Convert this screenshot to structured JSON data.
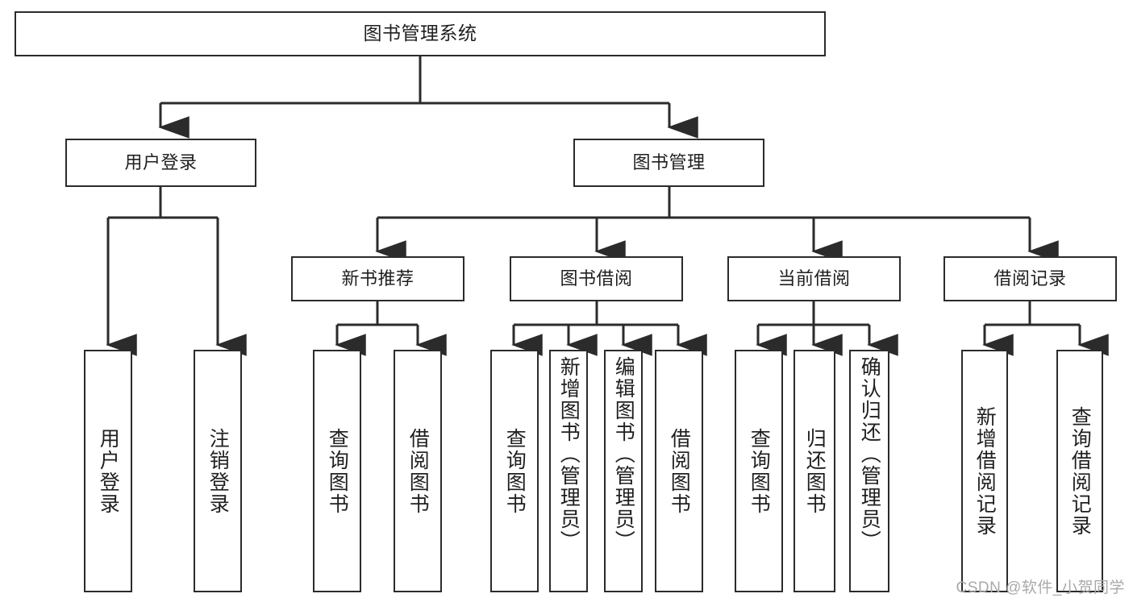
{
  "diagram": {
    "type": "tree",
    "title": "图书管理系统",
    "watermark": "CSDN @软件_小贺同学",
    "colors": {
      "stroke": "#2b2b2b",
      "fill": "#ffffff",
      "text": "#1f1f1f",
      "watermark": "#a9a9a9"
    },
    "root": {
      "label": "图书管理系统"
    },
    "level2": [
      {
        "id": "user-login",
        "label": "用户登录"
      },
      {
        "id": "book-management",
        "label": "图书管理"
      }
    ],
    "level3": [
      {
        "id": "new-book-recommend",
        "label": "新书推荐",
        "parent": "book-management"
      },
      {
        "id": "book-borrow",
        "label": "图书借阅",
        "parent": "book-management"
      },
      {
        "id": "current-borrow",
        "label": "当前借阅",
        "parent": "book-management"
      },
      {
        "id": "borrow-record",
        "label": "借阅记录",
        "parent": "book-management"
      }
    ],
    "leaves": [
      {
        "id": "leaf-user-login",
        "label": "用户登录",
        "parent": "user-login"
      },
      {
        "id": "leaf-user-logout",
        "label": "注销登录",
        "parent": "user-login"
      },
      {
        "id": "leaf-query-book-1",
        "label": "查询图书",
        "parent": "new-book-recommend"
      },
      {
        "id": "leaf-borrow-book-1",
        "label": "借阅图书",
        "parent": "new-book-recommend"
      },
      {
        "id": "leaf-query-book-2",
        "label": "查询图书",
        "parent": "book-borrow"
      },
      {
        "id": "leaf-add-book-admin",
        "label": "新增图书（管理员）",
        "parent": "book-borrow"
      },
      {
        "id": "leaf-edit-book-admin",
        "label": "编辑图书（管理员）",
        "parent": "book-borrow"
      },
      {
        "id": "leaf-borrow-book-2",
        "label": "借阅图书",
        "parent": "book-borrow"
      },
      {
        "id": "leaf-query-book-3",
        "label": "查询图书",
        "parent": "current-borrow"
      },
      {
        "id": "leaf-return-book",
        "label": "归还图书",
        "parent": "current-borrow"
      },
      {
        "id": "leaf-confirm-return-admin",
        "label": "确认归还（管理员）",
        "parent": "current-borrow"
      },
      {
        "id": "leaf-add-record",
        "label": "新增借阅记录",
        "parent": "borrow-record"
      },
      {
        "id": "leaf-query-record",
        "label": "查询借阅记录",
        "parent": "borrow-record"
      }
    ]
  }
}
